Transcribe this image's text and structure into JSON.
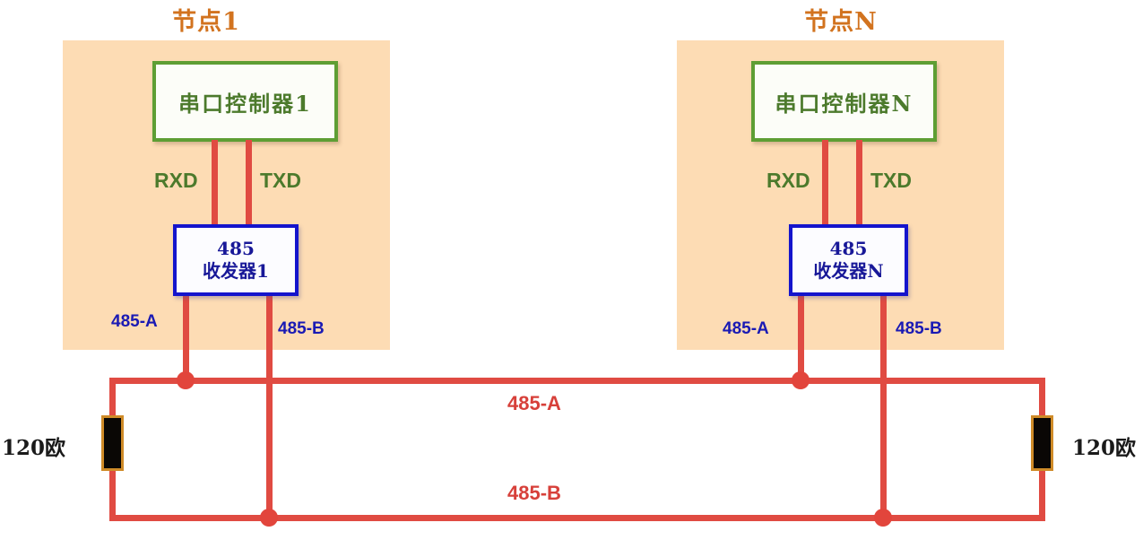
{
  "diagram": {
    "title_left": "节点1",
    "title_right": "节点N",
    "bus_label_a": "485-A",
    "bus_label_b": "485-B",
    "terminator_left_label": "120欧",
    "terminator_right_label": "120欧",
    "colors": {
      "panel": "#fddcb4",
      "node_title": "#d2731f",
      "controller_border": "#5e9e34",
      "controller_text": "#4c7a2c",
      "transceiver_border": "#1414cc",
      "transceiver_text": "#181898",
      "wire": "#e04b42",
      "bus_label": "#d7403a",
      "node_ab_label": "#1a1ab4",
      "resistor_body": "#0a0705",
      "resistor_border": "#cf8b28"
    }
  },
  "nodes": [
    {
      "title": "节点1",
      "controller_label": "串口控制器1",
      "transceiver_line1": "485",
      "transceiver_line2": "收发器1",
      "rxd_label": "RXD",
      "txd_label": "TXD",
      "a_label": "485-A",
      "b_label": "485-B"
    },
    {
      "title": "节点N",
      "controller_label": "串口控制器N",
      "transceiver_line1": "485",
      "transceiver_line2": "收发器N",
      "rxd_label": "RXD",
      "txd_label": "TXD",
      "a_label": "485-A",
      "b_label": "485-B"
    }
  ],
  "bus": {
    "line_a_label": "485-A",
    "line_b_label": "485-B"
  },
  "terminators": [
    {
      "label": "120欧",
      "side": "left"
    },
    {
      "label": "120欧",
      "side": "right"
    }
  ]
}
